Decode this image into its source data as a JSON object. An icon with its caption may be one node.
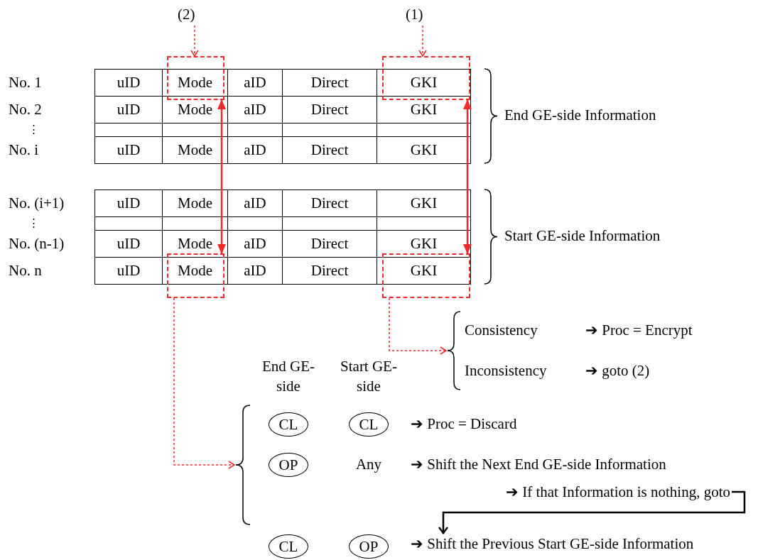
{
  "diagram": {
    "nodes": [
      {
        "text": [
          "(2)"
        ]
      },
      {
        "text": [
          "(1)"
        ]
      },
      {
        "text": [],
        "shape": "box"
      },
      {
        "text": [],
        "shape": "box"
      },
      {
        "text": [],
        "shape": "box"
      },
      {
        "text": [],
        "shape": "box"
      },
      {
        "text": [],
        "shape": "brace"
      },
      {
        "text": [],
        "shape": "brace"
      },
      {
        "text": [
          "➔ If that Information is nothing, goto"
        ]
      },
      {
        "text": [
          "➔ Shift the Previous Start GE-side Information"
        ]
      },
      {
        "text": [
          "CL"
        ]
      },
      {
        "text": [
          "CL"
        ]
      },
      {
        "text": [
          "OP"
        ]
      },
      {
        "text": [
          "CL"
        ]
      },
      {
        "text": [
          "OP"
        ]
      }
    ],
    "edges": [
      {
        "from": 0,
        "to": 2,
        "arrow": "to",
        "style": "dashed",
        "color": "#ee2a2a"
      },
      {
        "from": 1,
        "to": 3,
        "arrow": "to",
        "style": "dashed",
        "color": "#ee2a2a"
      },
      {
        "from": 2,
        "to": 4,
        "arrow": "both",
        "color": "#ee2a2a"
      },
      {
        "from": 3,
        "to": 5,
        "arrow": "both",
        "color": "#ee2a2a"
      },
      {
        "from": 5,
        "to": 6,
        "arrow": "to",
        "style": "dashed",
        "color": "#ee2a2a"
      },
      {
        "from": 4,
        "to": 7,
        "arrow": "to",
        "style": "dashed",
        "color": "#ee2a2a"
      },
      {
        "from": 8,
        "to": 9,
        "arrow": "to",
        "color": "#000000"
      }
    ],
    "labels": [
      "No. 1",
      "uID",
      "Mode",
      "aID",
      "Direct",
      "GKI",
      "No. 2",
      "uID",
      "Mode",
      "aID",
      "Direct",
      "GKI",
      "⋮",
      "No. i",
      "uID",
      "Mode",
      "aID",
      "Direct",
      "GKI",
      "End GE-side Information",
      "No. (i+1)",
      "uID",
      "Mode",
      "aID",
      "Direct",
      "GKI",
      "⋮",
      "No. (n-1)",
      "uID",
      "Mode",
      "aID",
      "Direct",
      "GKI",
      "No. n",
      "uID",
      "Mode",
      "aID",
      "Direct",
      "GKI",
      "Start GE-side Information",
      "Consistency",
      "➔ Proc = Encrypt",
      "Inconsistency",
      "➔ goto (2)",
      "End GE-side",
      "Start GE-side",
      "➔ Proc = Discard",
      "Any",
      "➔ Shift the Next End GE-side Information"
    ]
  }
}
